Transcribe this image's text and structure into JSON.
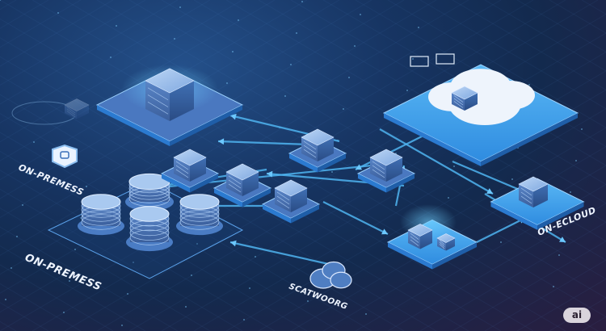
{
  "labels": {
    "on_premises_upper": "ON-PREMESS",
    "on_premises_lower": "ON-PREMESS",
    "on_cloud": "ON-ECLOUD",
    "network": "SCATWOORG"
  },
  "badge": "ai",
  "colors": {
    "background_top": "#24508a",
    "background_bottom": "#2a1d3f",
    "accent": "#3fa9f5",
    "device": "#6a9ad8",
    "cloud": "#e8f0fb"
  },
  "icons": [
    "server-stack-icon",
    "database-icon",
    "cloud-icon",
    "shield-icon",
    "arrow-icon",
    "building-icon"
  ]
}
